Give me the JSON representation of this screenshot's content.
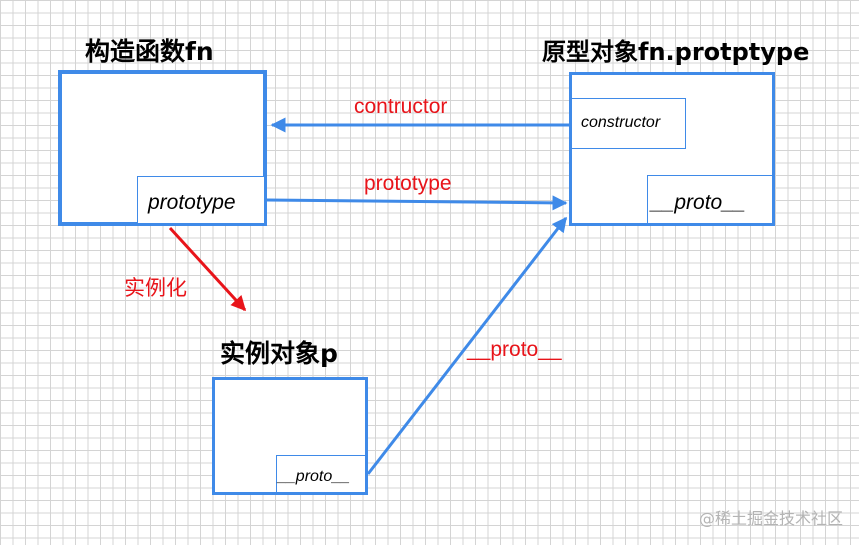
{
  "nodes": {
    "constructor_fn": {
      "title": "构造函数fn",
      "slot": "prototype"
    },
    "prototype_obj": {
      "title": "原型对象fn.protptype",
      "slot_constructor": "constructor",
      "slot_proto": "__proto__"
    },
    "instance": {
      "title": "实例对象p",
      "slot": "__proto__"
    }
  },
  "edges": {
    "contructor": "contructor",
    "prototype": "prototype",
    "instantiate": "实例化",
    "proto": "__proto__"
  },
  "colors": {
    "box": "#3f8ae8",
    "edge_label": "#e8141a",
    "instantiate_arrow": "#e8141a",
    "grid": "#d4d4d4"
  },
  "watermark": "@稀土掘金技术社区"
}
